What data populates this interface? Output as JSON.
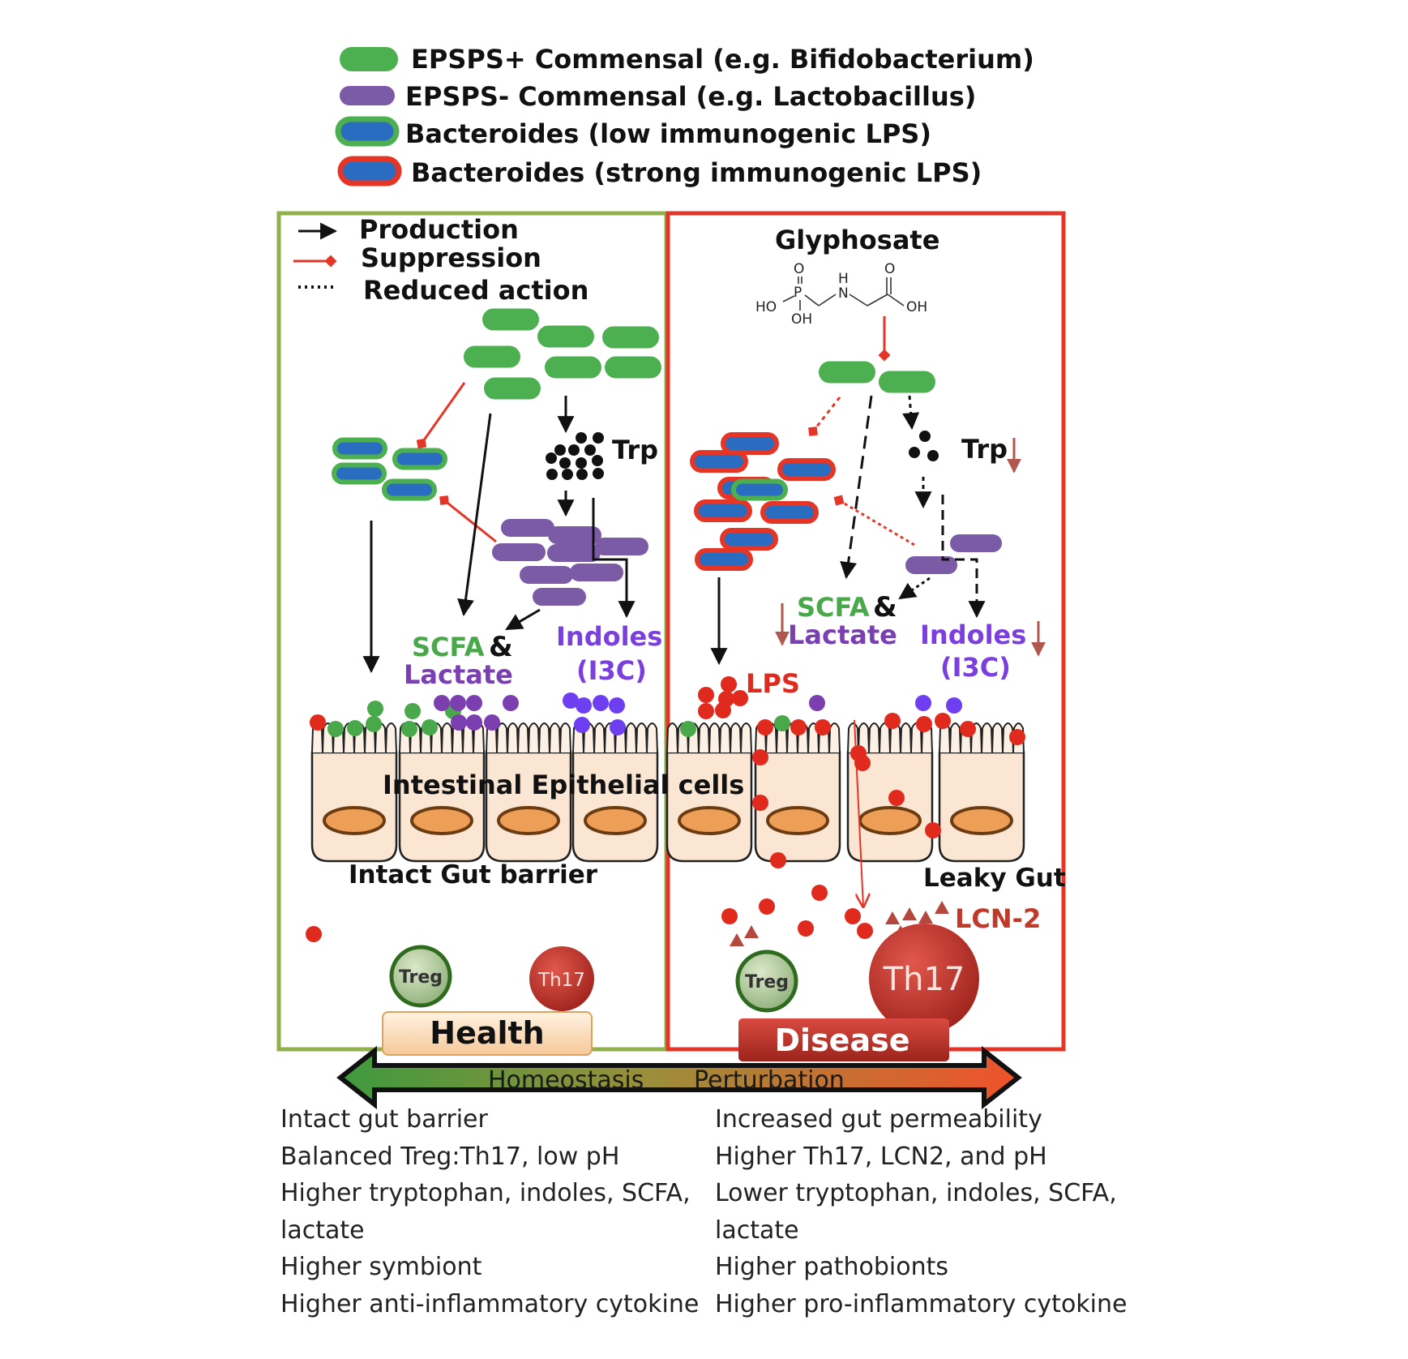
{
  "legend": {
    "items": [
      {
        "label": "EPSPS+ Commensal  (e.g. Bifidobacterium)",
        "fill": "#4caf50",
        "stroke": "#2e8b3a",
        "icon": "green-bacterium-icon"
      },
      {
        "label": "EPSPS- Commensal (e.g. Lactobacillus)",
        "fill": "#7b5aa6",
        "stroke": "#5d3f88",
        "icon": "purple-bacterium-icon"
      },
      {
        "label": "Bacteroides (low immunogenic LPS)",
        "fill": "#2a6cc0",
        "stroke": "#4caf50",
        "icon": "blue-green-bacterium-icon"
      },
      {
        "label": "Bacteroides (strong immunogenic LPS)",
        "fill": "#2a6cc0",
        "stroke": "#e53526",
        "icon": "blue-red-bacterium-icon"
      }
    ]
  },
  "key": {
    "production": "Production",
    "suppression": "Suppression",
    "reduced": "Reduced action"
  },
  "health_panel": {
    "trp": "Trp",
    "scfa": "SCFA",
    "amp": "&",
    "lactate": "Lactate",
    "indoles": "Indoles",
    "i3c": "(I3C)",
    "epithelia": "Intestinal Epithelial cells",
    "barrier": "Intact Gut barrier",
    "treg": "Treg",
    "th17": "Th17",
    "state": "Health"
  },
  "disease_panel": {
    "glyphosate": "Glyphosate",
    "chem": {
      "o1": "O",
      "p": "P",
      "h": "H",
      "n": "N",
      "o2": "O",
      "ho": "HO",
      "oh1": "OH",
      "oh2": "OH"
    },
    "trp": "Trp",
    "scfa": "SCFA",
    "amp": "&",
    "lactate": "Lactate",
    "indoles": "Indoles",
    "i3c": "(I3C)",
    "lps": "LPS",
    "leaky": "Leaky Gut",
    "lcn": "LCN-2",
    "treg": "Treg",
    "th17": "Th17",
    "state": "Disease"
  },
  "axis": {
    "left": "Homeostasis",
    "right": "Perturbation"
  },
  "summary": {
    "health": [
      "Intact gut barrier",
      "Balanced Treg:Th17, low pH",
      "Higher tryptophan, indoles,  SCFA,",
      "lactate",
      "Higher symbiont",
      "Higher anti-inflammatory cytokine"
    ],
    "disease": [
      "Increased gut permeability",
      "Higher  Th17, LCN2, and  pH",
      "Lower tryptophan,  indoles, SCFA,",
      "lactate",
      "Higher pathobionts",
      "Higher pro-inflammatory  cytokine"
    ]
  },
  "colors": {
    "health_border": "#8fb04a",
    "disease_border": "#e53526",
    "suppression": "#e53526",
    "green_text": "#49a84a",
    "purple_text": "#7a3fb0",
    "indole_text": "#7b3fe0",
    "lps": "#e02a1e",
    "down_arrow": "#b0574e",
    "gradient_left": "#3e9a3e",
    "gradient_right": "#f0522a"
  }
}
